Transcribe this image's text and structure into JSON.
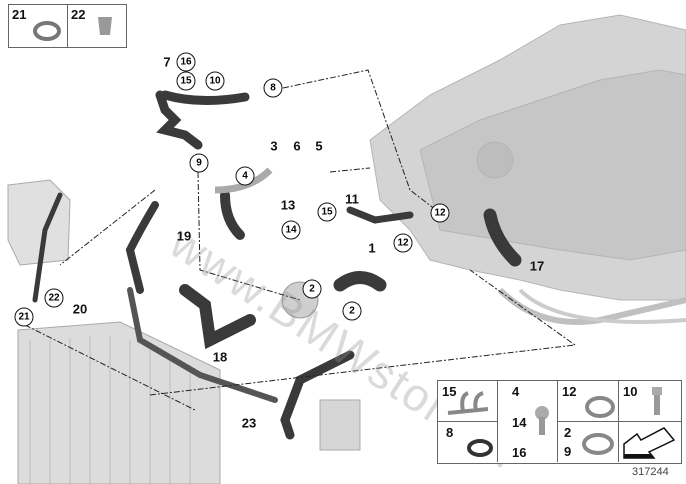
{
  "watermark": "www.BMWstore.pl",
  "diagram_ref": "317244",
  "callouts": {
    "plain": [
      "7",
      "3",
      "6",
      "5",
      "13",
      "11",
      "1",
      "19",
      "20",
      "18",
      "23",
      "17"
    ],
    "circled": [
      "16",
      "15",
      "10",
      "8",
      "9",
      "4",
      "15",
      "14",
      "12",
      "12",
      "2",
      "2",
      "22",
      "21"
    ]
  },
  "top_box": [
    "21",
    "22"
  ],
  "legend": {
    "c1": "15",
    "c2a": "4",
    "c2b": "14",
    "c2c": "16",
    "c3": "12",
    "c4": "10",
    "c5": "8",
    "c6a": "2",
    "c6b": "9"
  }
}
